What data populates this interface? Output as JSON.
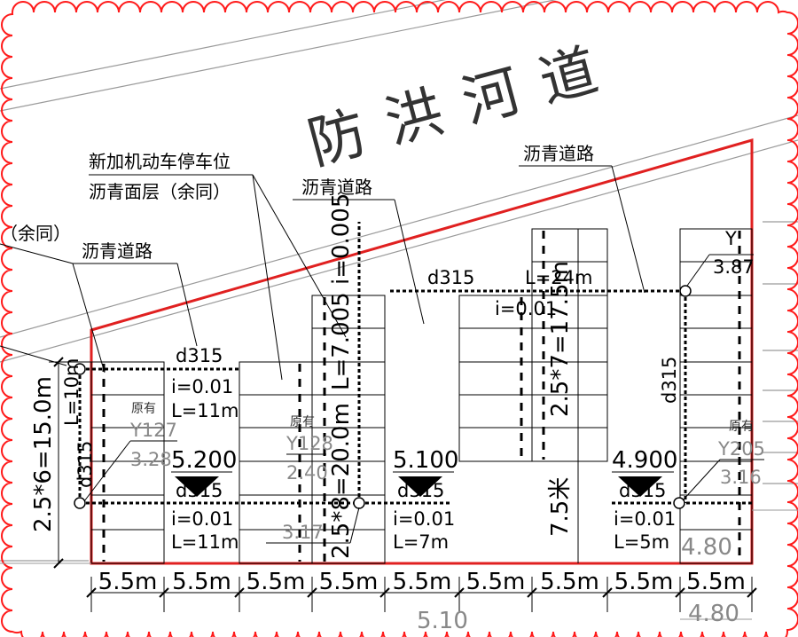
{
  "title": "防洪河道",
  "callouts": {
    "parking_1": "新加机动车停车位",
    "parking_2": "沥青面层（余同）",
    "left_cut": "（余同）",
    "road_left": "沥青道路",
    "road_mid": "沥青道路",
    "road_right": "沥青道路"
  },
  "pipes": {
    "top_left": {
      "d": "d315",
      "i": "i=0.01",
      "L": "L=11m"
    },
    "bottom_left": {
      "d": "d315",
      "i": "i=0.01",
      "L": "L=11m"
    },
    "bottom_mid": {
      "d": "d315",
      "i": "i=0.01",
      "L": "L=7m"
    },
    "bottom_right": {
      "d": "d315",
      "i": "i=0.01",
      "L": "L=5m"
    },
    "top_mid": {
      "d": "d315",
      "L": "L=24m",
      "i": "i=0.01"
    },
    "right_vertical": "d315",
    "left_vertical_d": "d315",
    "left_vertical_L": "L=10m",
    "mid_vertical": "L=7.005  i=0.005"
  },
  "manholes": {
    "y127": {
      "tag": "原有",
      "id": "Y127",
      "elev": "3.28"
    },
    "y128": {
      "tag": "原有",
      "id": "Y128",
      "elev": "2.40"
    },
    "y205": {
      "tag": "原有",
      "id": "Y205",
      "elev": "3.16"
    },
    "y_right": {
      "id": "Y",
      "elev": "3.87"
    },
    "elev_317": "3.17"
  },
  "levels": {
    "l1": "5.200",
    "l2": "5.100",
    "l3": "4.900"
  },
  "dims": {
    "bays": [
      "5.5m",
      "5.5m",
      "5.5m",
      "5.5m",
      "5.5m",
      "5.5m",
      "5.5m",
      "5.5m",
      "5.5m"
    ],
    "left_vertical": "2.5*6=15.0m",
    "mid_vertical": "2.5*8=20.0m",
    "right_vertical": "2.5*7=17.5m",
    "short_vertical": "7.5米",
    "bottom_center": "5.10",
    "bottom_right": "4.80",
    "right_elev": "4.80"
  },
  "colors": {
    "site_boundary": "#e02020",
    "frame": "#ff1a1a",
    "lines": "#000000",
    "gray_lines": "#9a9a9a"
  }
}
